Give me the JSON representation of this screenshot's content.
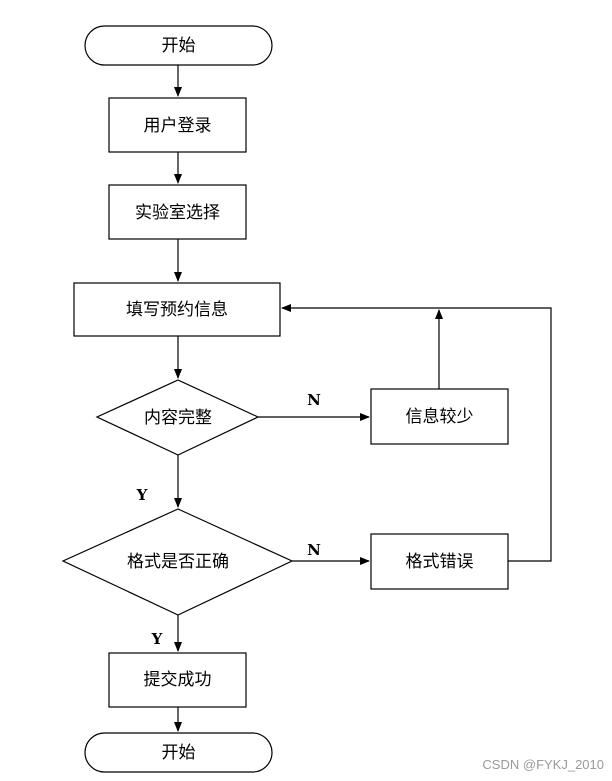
{
  "nodes": {
    "start": "开始",
    "login": "用户登录",
    "select_lab": "实验室选择",
    "fill_info": "填写预约信息",
    "check_complete": "内容完整",
    "info_less": "信息较少",
    "check_format": "格式是否正确",
    "format_error": "格式错误",
    "submit": "提交成功",
    "end": "开始"
  },
  "labels": {
    "complete_no": "N",
    "complete_yes": "Y",
    "format_no": "N",
    "format_yes": "Y"
  },
  "watermark": "CSDN @FYKJ_2010"
}
